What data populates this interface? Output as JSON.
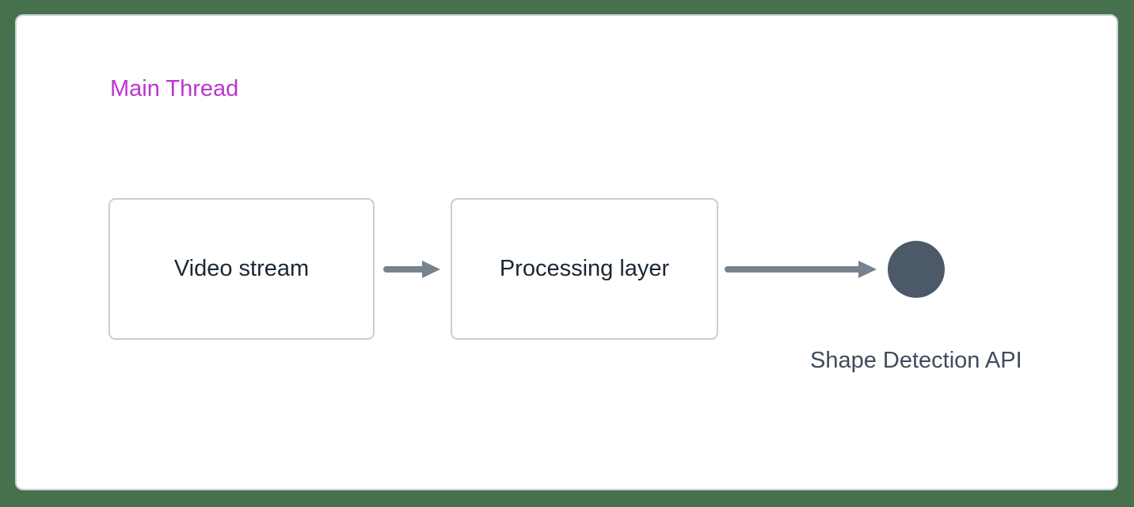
{
  "diagram": {
    "lane_title": "Main Thread",
    "nodes": [
      {
        "id": "video-stream",
        "label": "Video stream",
        "shape": "rounded-rect"
      },
      {
        "id": "processing-layer",
        "label": "Processing layer",
        "shape": "rounded-rect"
      },
      {
        "id": "shape-detection-api",
        "label": "Shape Detection API",
        "shape": "filled-circle"
      }
    ],
    "edges": [
      {
        "from": "video-stream",
        "to": "processing-layer",
        "style": "solid-arrow"
      },
      {
        "from": "processing-layer",
        "to": "shape-detection-api",
        "style": "solid-arrow"
      }
    ]
  },
  "colors": {
    "background": "#47704d",
    "panel_bg": "#ffffff",
    "panel_border": "#c8d1da",
    "box_border": "#c5cfd8",
    "box_text": "#1c2733",
    "arrow": "#76828e",
    "circle_fill": "#4b5969",
    "label_text": "#3d4c5b",
    "title_text": "#bc34d0"
  }
}
